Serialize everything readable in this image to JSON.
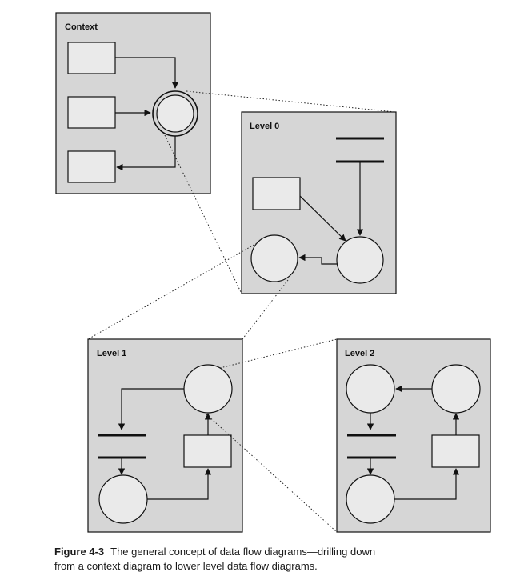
{
  "panels": {
    "context": {
      "label": "Context"
    },
    "level0": {
      "label": "Level 0"
    },
    "level1": {
      "label": "Level 1"
    },
    "level2": {
      "label": "Level 2"
    }
  },
  "caption": {
    "figure_number": "Figure 4-3",
    "line1": "The general concept of data flow diagrams—drilling down",
    "line2": "from a context diagram to lower level data flow diagrams."
  },
  "colors": {
    "panel_fill": "#d6d6d6",
    "shape_fill": "#eaeaea",
    "stroke": "#111111"
  }
}
